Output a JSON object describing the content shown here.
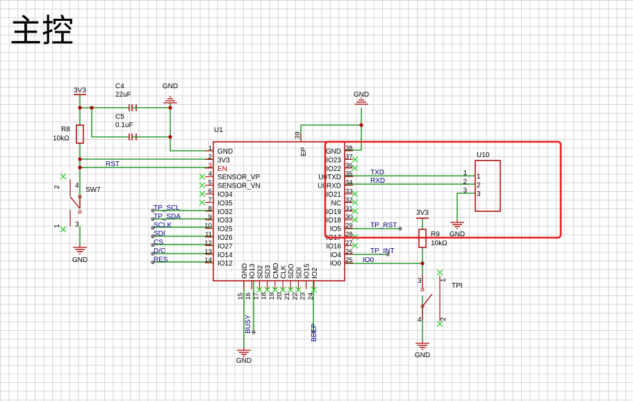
{
  "title": "主控",
  "colors": {
    "wire": "#008800",
    "part": "#aa0000",
    "pin_text": "#aa0000",
    "net_label": "#000080",
    "text": "#000000",
    "highlight": "#e8191a",
    "noconnect": "#33cc33"
  },
  "power": {
    "vcc": "3V3",
    "gnd": "GND"
  },
  "components": {
    "r8": {
      "ref": "R8",
      "value": "10kΩ"
    },
    "c4": {
      "ref": "C4",
      "value": "22uF"
    },
    "c5": {
      "ref": "C5",
      "value": "0.1uF"
    },
    "sw7": {
      "ref": "SW7",
      "pins": [
        "2",
        "4",
        "1",
        "3"
      ]
    },
    "u1": {
      "ref": "U1"
    },
    "u10": {
      "ref": "U10",
      "pins": [
        "1",
        "2",
        "3"
      ]
    },
    "r9": {
      "ref": "R9",
      "value": "10kΩ"
    },
    "tpi": {
      "ref": "TPI",
      "pins": [
        "3",
        "4",
        "1",
        "2"
      ]
    }
  },
  "u1_left_pins": [
    {
      "num": "1",
      "name": "GND"
    },
    {
      "num": "2",
      "name": "3V3"
    },
    {
      "num": "3",
      "name": "EN"
    },
    {
      "num": "4",
      "name": "SENSOR_VP"
    },
    {
      "num": "5",
      "name": "SENSOR_VN"
    },
    {
      "num": "6",
      "name": "IO34"
    },
    {
      "num": "7",
      "name": "IO35"
    },
    {
      "num": "8",
      "name": "IO32"
    },
    {
      "num": "9",
      "name": "IO33"
    },
    {
      "num": "10",
      "name": "IO25"
    },
    {
      "num": "11",
      "name": "IO26"
    },
    {
      "num": "12",
      "name": "IO27"
    },
    {
      "num": "13",
      "name": "IO14"
    },
    {
      "num": "14",
      "name": "IO12"
    }
  ],
  "u1_right_pins": [
    {
      "num": "38",
      "name": "GND"
    },
    {
      "num": "37",
      "name": "IO23"
    },
    {
      "num": "36",
      "name": "IO22"
    },
    {
      "num": "35",
      "name": "U0TXD"
    },
    {
      "num": "34",
      "name": "U0RXD"
    },
    {
      "num": "33",
      "name": "IO21"
    },
    {
      "num": "32",
      "name": "NC"
    },
    {
      "num": "31",
      "name": "IO19"
    },
    {
      "num": "30",
      "name": "IO18"
    },
    {
      "num": "29",
      "name": "IO5"
    },
    {
      "num": "28",
      "name": "IO17"
    },
    {
      "num": "27",
      "name": "IO16"
    },
    {
      "num": "26",
      "name": "IO4"
    },
    {
      "num": "25",
      "name": "IO0"
    }
  ],
  "u1_bottom_pins": [
    {
      "num": "15",
      "name": "GND"
    },
    {
      "num": "16",
      "name": "IO13"
    },
    {
      "num": "17",
      "name": "SD2"
    },
    {
      "num": "18",
      "name": "SD3"
    },
    {
      "num": "19",
      "name": "CMD"
    },
    {
      "num": "20",
      "name": "CLK"
    },
    {
      "num": "21",
      "name": "SDO"
    },
    {
      "num": "22",
      "name": "SDI"
    },
    {
      "num": "23",
      "name": "IO15"
    },
    {
      "num": "24",
      "name": "IO2"
    }
  ],
  "u1_top_pin": {
    "num": "39",
    "name": "EP"
  },
  "net_labels": {
    "rst": "RST",
    "tp_scl": "TP_SCL",
    "tp_sda": "TP_SDA",
    "sclk": "SCLK",
    "sdi": "SDI",
    "cs": "CS",
    "dc": "D/C",
    "res": "RES",
    "txd": "TXD",
    "rxd": "RXD",
    "tp_rst": "TP_RST",
    "tp_int": "TP_INT",
    "io0": "IO0",
    "busy": "BUSY",
    "beep": "BEEP"
  }
}
